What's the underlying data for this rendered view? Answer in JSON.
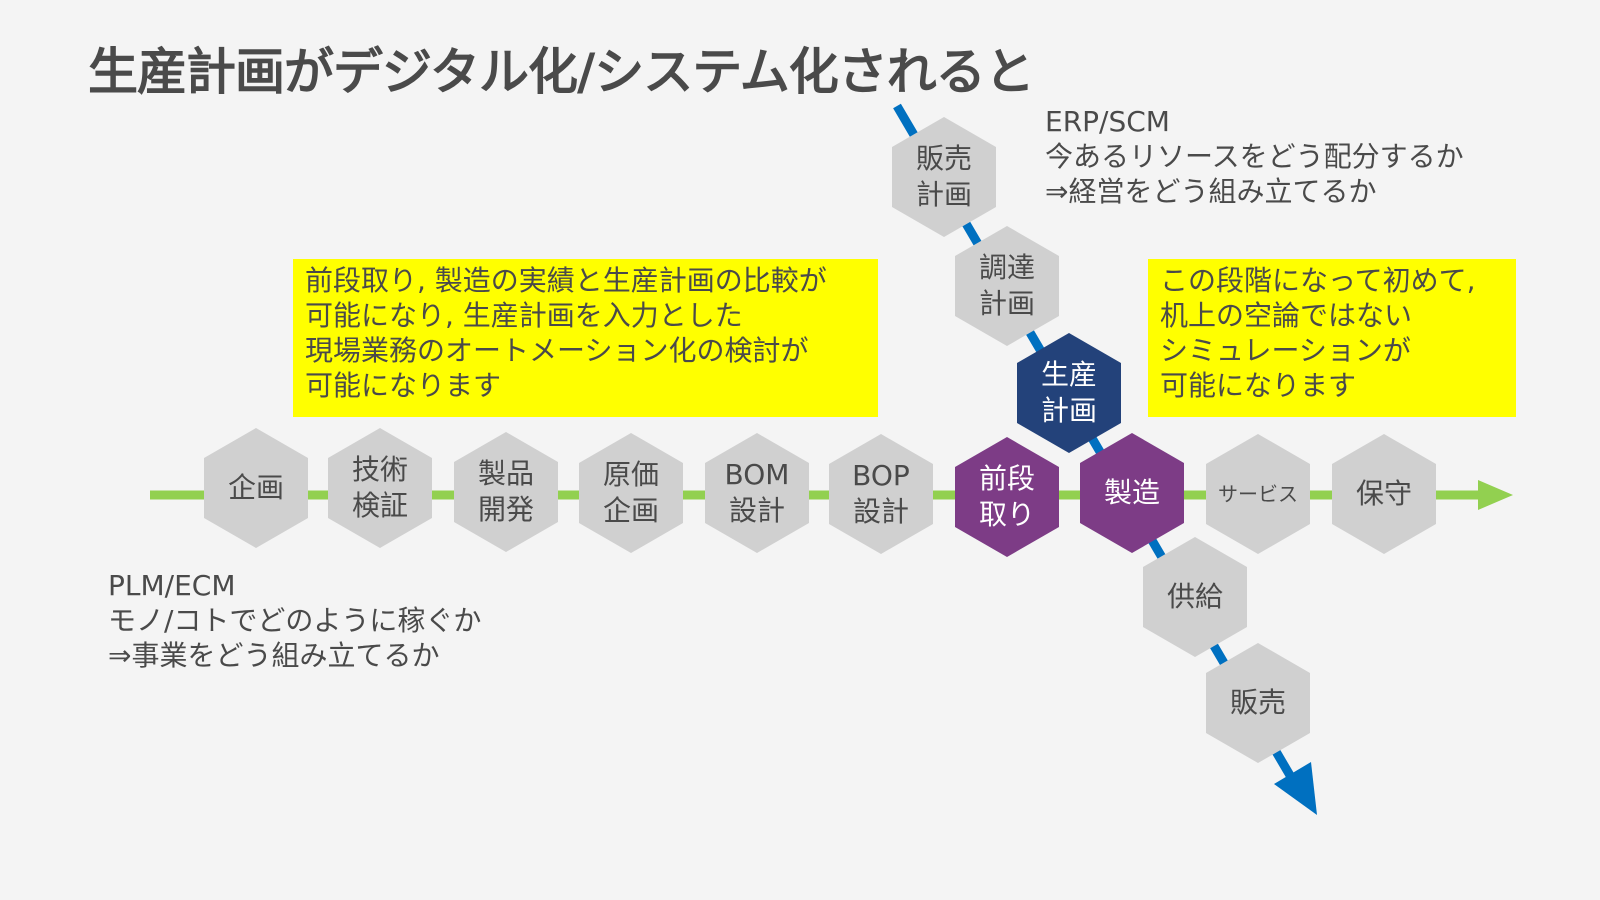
{
  "title": "生産計画がデジタル化/システム化されると",
  "colors": {
    "background": "#f4f4f4",
    "hex_gray": "#d0d0d0",
    "hex_purple": "#7d3c86",
    "hex_navy": "#23427a",
    "flow_green": "#92d050",
    "flow_blue": "#0070c0",
    "highlight_yellow": "#ffff00",
    "text": "#4a4a4a"
  },
  "horizontal_hexes": [
    {
      "lines": [
        "企画"
      ],
      "style": "gray"
    },
    {
      "lines": [
        "技術",
        "検証"
      ],
      "style": "gray"
    },
    {
      "lines": [
        "製品",
        "開発"
      ],
      "style": "gray"
    },
    {
      "lines": [
        "原価",
        "企画"
      ],
      "style": "gray"
    },
    {
      "lines": [
        "BOM",
        "設計"
      ],
      "style": "gray"
    },
    {
      "lines": [
        "BOP",
        "設計"
      ],
      "style": "gray"
    },
    {
      "lines": [
        "前段",
        "取り"
      ],
      "style": "purple"
    },
    {
      "lines": [
        "製造"
      ],
      "style": "purple"
    },
    {
      "lines": [
        "サービス"
      ],
      "style": "gray",
      "small": true
    },
    {
      "lines": [
        "保守"
      ],
      "style": "gray"
    }
  ],
  "diagonal_hexes": [
    {
      "lines": [
        "販売",
        "計画"
      ],
      "style": "gray"
    },
    {
      "lines": [
        "調達",
        "計画"
      ],
      "style": "gray"
    },
    {
      "lines": [
        "生産",
        "計画"
      ],
      "style": "navy"
    },
    {
      "lines": [
        "供給"
      ],
      "style": "gray"
    },
    {
      "lines": [
        "販売"
      ],
      "style": "gray"
    }
  ],
  "erp_note": [
    "ERP/SCM",
    "今あるリソースをどう配分するか",
    "⇒経営をどう組み立てるか"
  ],
  "plm_note": [
    "PLM/ECM",
    "モノ/コトでどのように稼ぐか",
    "⇒事業をどう組み立てるか"
  ],
  "yellow_left": [
    "前段取り, 製造の実績と生産計画の比較が",
    "可能になり, 生産計画を入力とした",
    "現場業務のオートメーション化の検討が",
    "可能になります"
  ],
  "yellow_right": [
    "この段階になって初めて,",
    "机上の空論ではない",
    "シミュレーションが",
    "可能になります"
  ]
}
